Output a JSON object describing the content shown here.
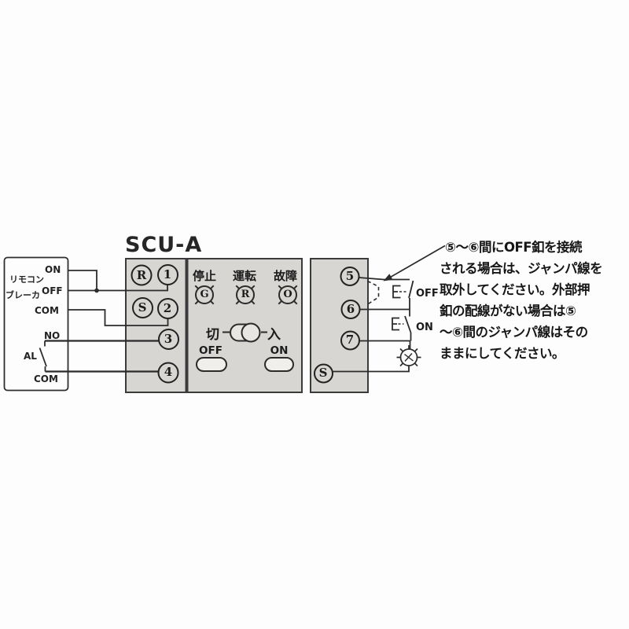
{
  "title": "SCU-A",
  "colors": {
    "panel": "#d7d6d3",
    "line": "#2b2b2b",
    "background": "#fdfdfd"
  },
  "remote_box": {
    "name_line1": "リモコン",
    "name_line2": "ブレーカ",
    "pin_on": "ON",
    "pin_off": "OFF",
    "pin_com_top": "COM",
    "pin_no": "NO",
    "pin_al": "AL",
    "pin_com_bottom": "COM"
  },
  "terminals": {
    "r": "R",
    "t1": "1",
    "s": "S",
    "t2": "2",
    "t3": "3",
    "t4": "4",
    "t5": "5",
    "t6": "6",
    "t7": "7",
    "s2": "S"
  },
  "panel": {
    "indicators": [
      {
        "label": "停止",
        "lamp_letter": "G"
      },
      {
        "label": "運転",
        "lamp_letter": "R"
      },
      {
        "label": "故障",
        "lamp_letter": "O"
      }
    ],
    "rocker_switch": {
      "off_label": "切",
      "on_label": "入"
    },
    "off_button_label": "OFF",
    "on_button_label": "ON"
  },
  "external_circuit": {
    "off_button_label": "OFF",
    "on_button_label": "ON"
  },
  "note_lines": [
    "⑤〜⑥間にOFF釦を接続",
    "される場合は、ジャンパ線を",
    "取外してください。外部押",
    "釦の配線がない場合は⑤",
    "〜⑥間のジャンパ線はその",
    "ままにしてください。"
  ]
}
